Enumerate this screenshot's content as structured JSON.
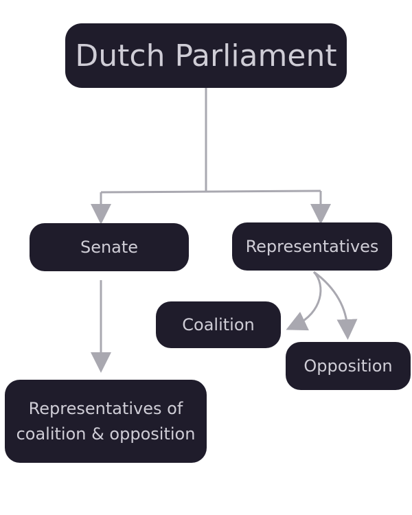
{
  "nodes": {
    "root": "Dutch Parliament",
    "senate": "Senate",
    "representatives": "Representatives",
    "coalition": "Coalition",
    "opposition": "Opposition",
    "senate_child_line1": "Representatives of",
    "senate_child_line2": "coalition & opposition"
  },
  "colors": {
    "node_fill": "#1f1c2b",
    "node_text": "#cfcdd6",
    "connector": "#a9a8b0"
  }
}
